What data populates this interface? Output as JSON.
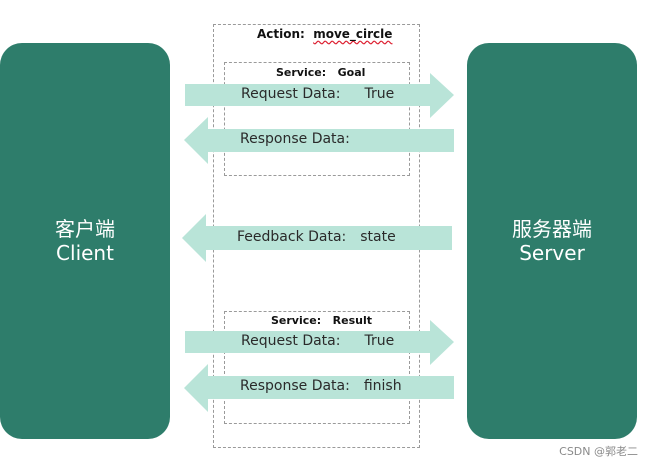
{
  "client": {
    "line1": "客户端",
    "line2": "Client"
  },
  "server": {
    "line1": "服务器端",
    "line2": "Server"
  },
  "action": {
    "label": "Action:",
    "name": "move_circle"
  },
  "goal_service": {
    "label": "Service:",
    "name": "Goal"
  },
  "result_service": {
    "label": "Service:",
    "name": "Result"
  },
  "arrows": {
    "goal_request": {
      "label": "Request Data:",
      "value": "True"
    },
    "goal_response": {
      "label": "Response Data:",
      "value": ""
    },
    "feedback": {
      "label": "Feedback Data:",
      "value": "state"
    },
    "result_request": {
      "label": "Request Data:",
      "value": "True"
    },
    "result_response": {
      "label": "Response Data:",
      "value": "finish"
    }
  },
  "watermark": "CSDN @郭老二",
  "colors": {
    "block": "#2e7d6b",
    "arrow": "#b9e4d8"
  }
}
